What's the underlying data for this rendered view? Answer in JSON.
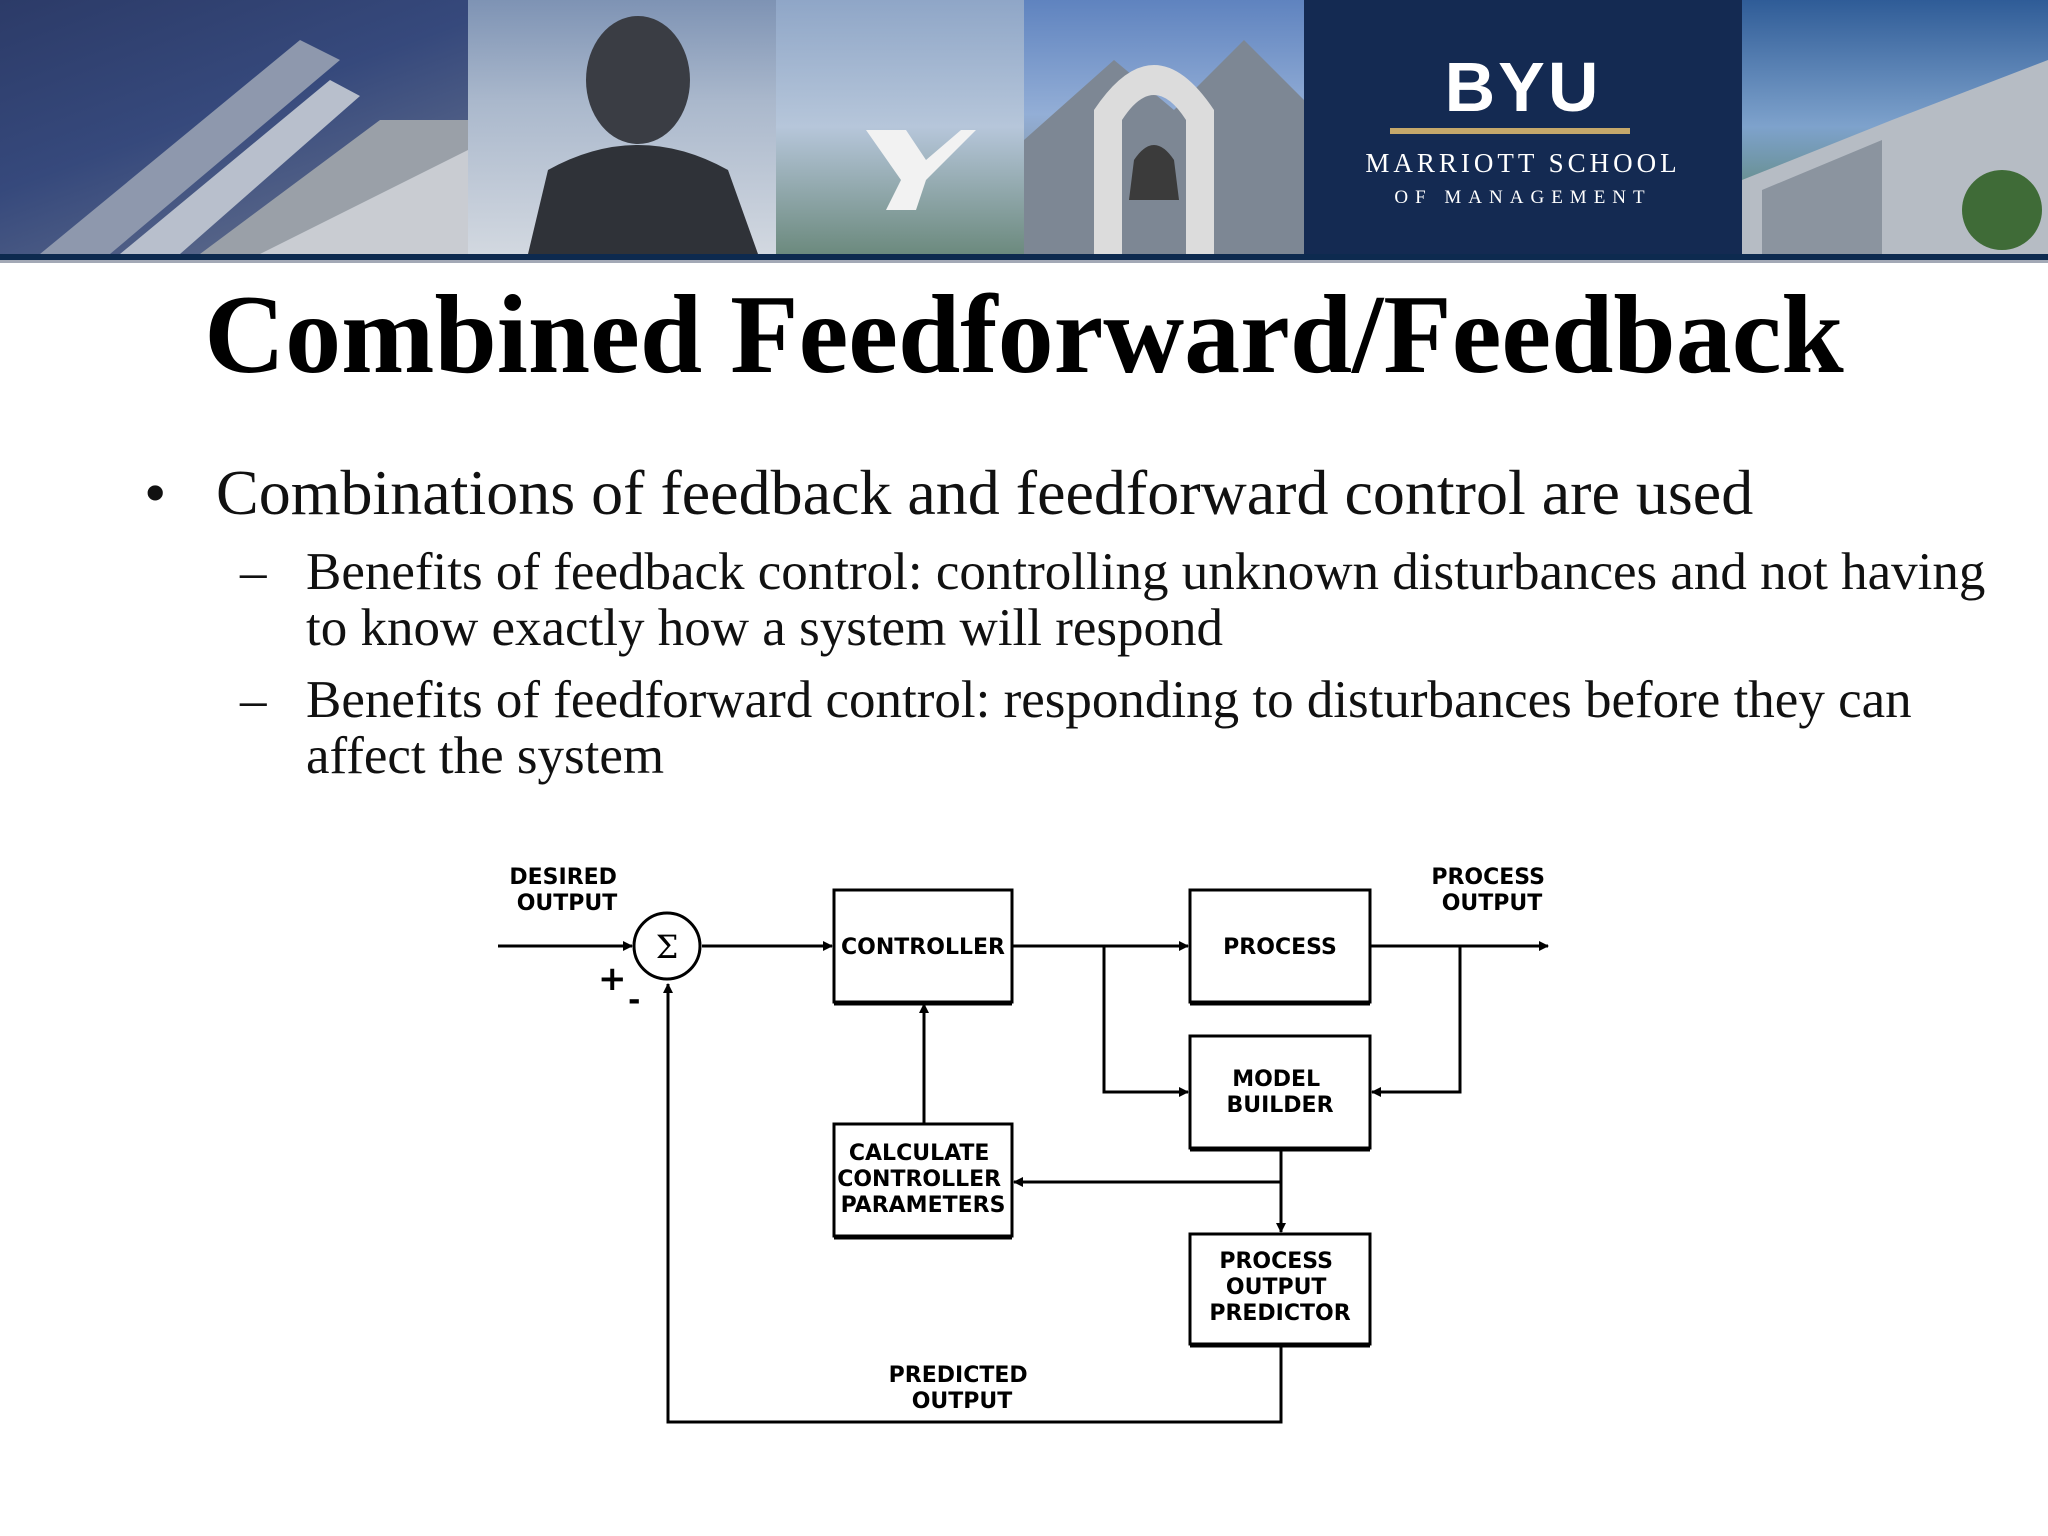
{
  "banner": {
    "logo_text": "BYU",
    "school_line": "MARRIOTT SCHOOL",
    "sub_line": "OF MANAGEMENT"
  },
  "slide": {
    "title": "Combined Feedforward/Feedback",
    "bullet": "Combinations of feedback and feedforward control are used",
    "subbullets": [
      "Benefits of feedback control:  controlling unknown disturbances and not having to know exactly how a system will respond",
      "Benefits of feedforward control:  responding to disturbances before they can affect the system"
    ]
  },
  "diagram": {
    "desired_output": [
      "DESIRED",
      "OUTPUT"
    ],
    "sum_symbol": "Σ",
    "plus": "+",
    "minus": "-",
    "controller": [
      "CONTROLLER"
    ],
    "process": [
      "PROCESS"
    ],
    "process_output": [
      "PROCESS",
      "OUTPUT"
    ],
    "model_builder": [
      "MODEL",
      "BUILDER"
    ],
    "calc_params": [
      "CALCULATE",
      "CONTROLLER",
      "PARAMETERS"
    ],
    "predictor": [
      "PROCESS",
      "OUTPUT",
      "PREDICTOR"
    ],
    "predicted_output": [
      "PREDICTED",
      "OUTPUT"
    ]
  }
}
